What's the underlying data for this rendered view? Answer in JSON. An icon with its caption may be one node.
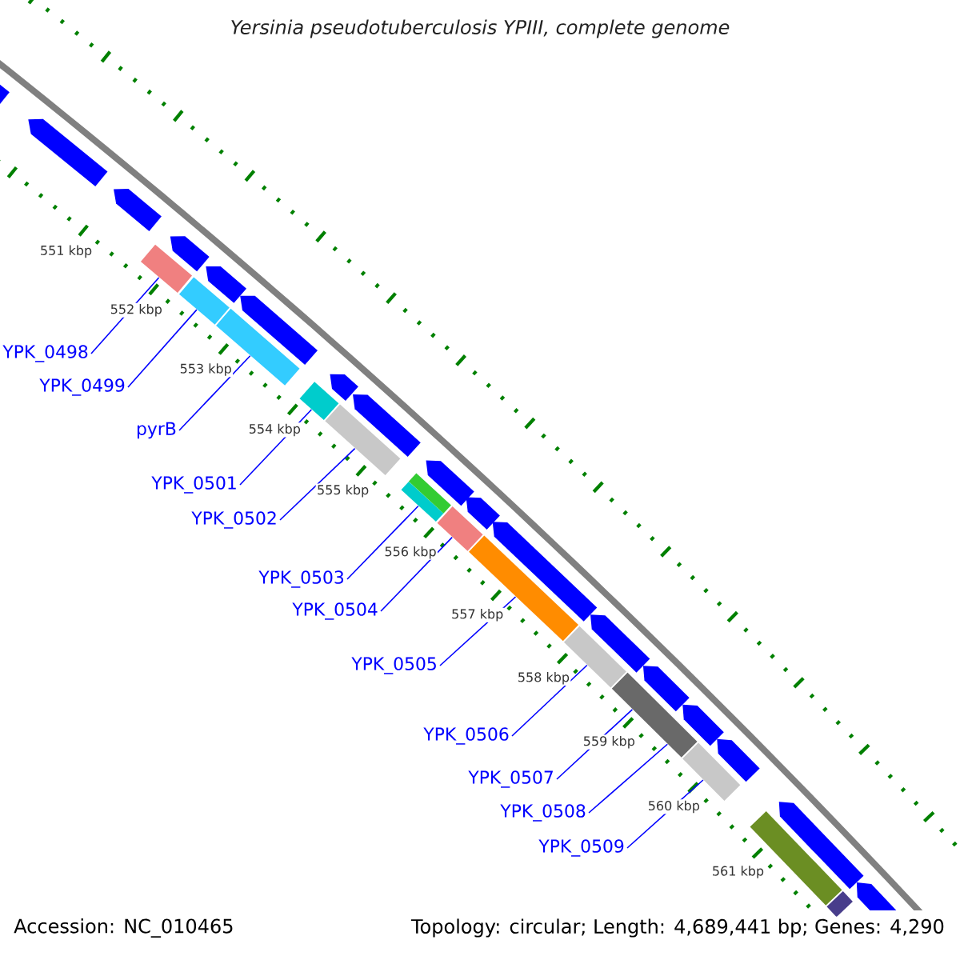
{
  "diagram": {
    "title": "Yersinia pseudotuberculosis YPIII, complete genome",
    "nodes": [
      {
        "text": [
          "YPK_0498"
        ]
      },
      {
        "text": [
          "YPK_0499"
        ]
      },
      {
        "text": [
          "pyrB"
        ]
      },
      {
        "text": [
          "YPK_0501"
        ]
      },
      {
        "text": [
          "YPK_0502"
        ]
      },
      {
        "text": [
          "YPK_0503"
        ]
      },
      {
        "text": [
          "YPK_0504"
        ]
      },
      {
        "text": [
          "YPK_0505"
        ]
      },
      {
        "text": [
          "YPK_0506"
        ]
      },
      {
        "text": [
          "YPK_0507"
        ]
      },
      {
        "text": [
          "YPK_0508"
        ]
      },
      {
        "text": [
          "YPK_0509"
        ]
      },
      {
        "text": [],
        "shape": "bar"
      },
      {
        "text": [],
        "shape": "bar"
      },
      {
        "text": [],
        "shape": "bar"
      },
      {
        "text": [],
        "shape": "bar"
      },
      {
        "text": [],
        "shape": "bar"
      },
      {
        "text": [],
        "shape": "bar"
      },
      {
        "text": [],
        "shape": "bar"
      },
      {
        "text": [],
        "shape": "bar"
      },
      {
        "text": [],
        "shape": "bar"
      },
      {
        "text": [],
        "shape": "bar"
      },
      {
        "text": [],
        "shape": "bar"
      },
      {
        "text": [],
        "shape": "bar"
      },
      {
        "text": [],
        "shape": "bar"
      },
      {
        "text": [],
        "shape": "bar"
      }
    ],
    "edges": [
      {
        "from": 0,
        "to": 12,
        "arrow": "none"
      },
      {
        "from": 1,
        "to": 13,
        "arrow": "none"
      },
      {
        "from": 2,
        "to": 14,
        "arrow": "none"
      },
      {
        "from": 3,
        "to": 15,
        "arrow": "none"
      },
      {
        "from": 4,
        "to": 16,
        "arrow": "none"
      },
      {
        "from": 5,
        "to": 17,
        "arrow": "none"
      },
      {
        "from": 6,
        "to": 19,
        "arrow": "none"
      },
      {
        "from": 7,
        "to": 20,
        "arrow": "none"
      },
      {
        "from": 8,
        "to": 21,
        "arrow": "none"
      },
      {
        "from": 9,
        "to": 22,
        "arrow": "none"
      },
      {
        "from": 10,
        "to": 22,
        "arrow": "none"
      },
      {
        "from": 11,
        "to": 23,
        "arrow": "none"
      }
    ],
    "labels": [
      "551 kbp",
      "552 kbp",
      "553 kbp",
      "554 kbp",
      "555 kbp",
      "556 kbp",
      "557 kbp",
      "558 kbp",
      "559 kbp",
      "560 kbp",
      "561 kbp",
      "Accession: NC_010465",
      "Topology: circular; Length: 4,689,441 bp; Genes: 4,290"
    ]
  }
}
